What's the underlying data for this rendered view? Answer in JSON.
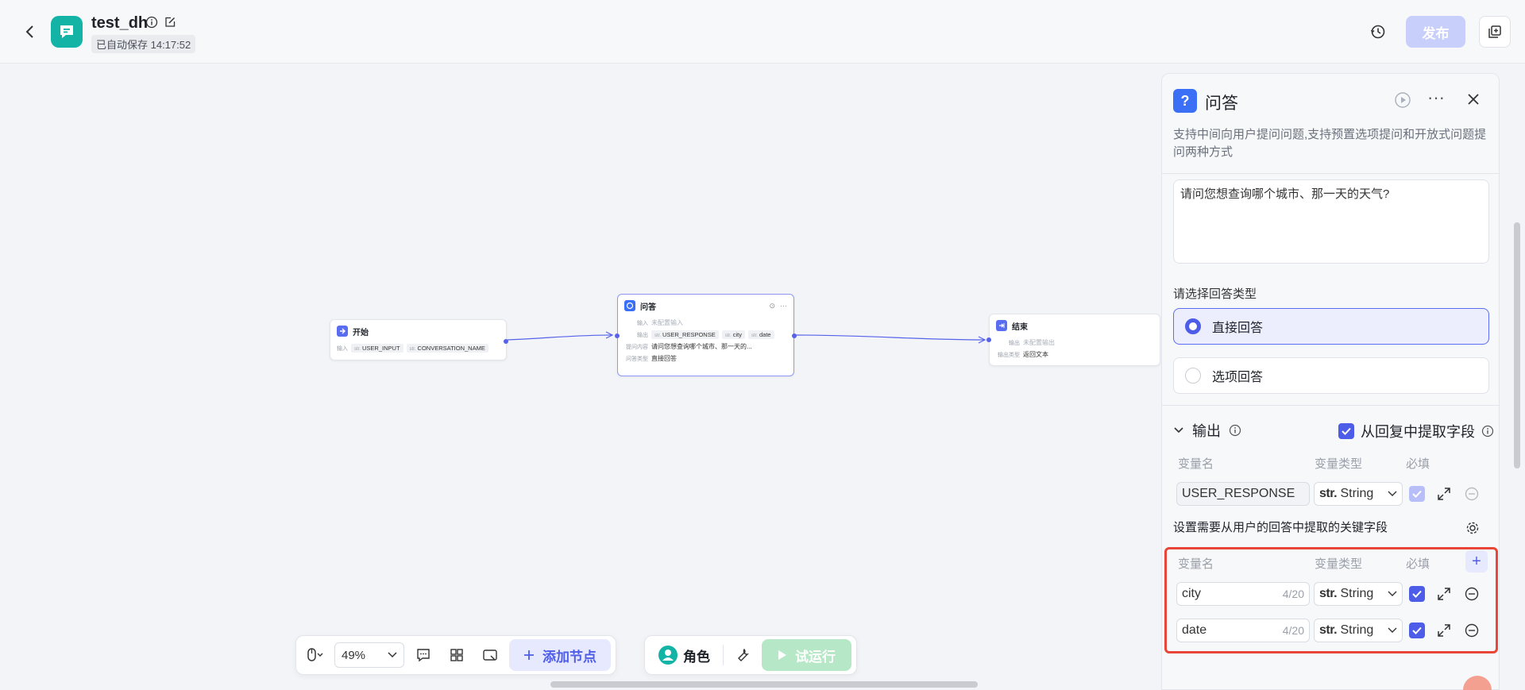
{
  "header": {
    "back_icon": "chevron-left-icon",
    "app_name": "test_dh",
    "save_status": "已自动保存 14:17:52",
    "publish_label": "发布",
    "accent": "#4e5de8"
  },
  "canvas": {
    "nodes": {
      "start": {
        "title": "开始",
        "input_label": "输入",
        "inputs": [
          "USER_INPUT",
          "CONVERSATION_NAME"
        ]
      },
      "qa": {
        "title": "问答",
        "input_label": "输入",
        "input_value": "未配置输入",
        "output_label": "输出",
        "outputs": [
          "USER_RESPONSE",
          "city",
          "date"
        ],
        "question_label": "提问内容",
        "question_value": "请问您想查询哪个城市、那一天的...",
        "answer_type_label": "问答类型",
        "answer_type_value": "直接回答"
      },
      "end": {
        "title": "结束",
        "output_label": "输出",
        "output_value": "未配置输出",
        "output_type_label": "输出类型",
        "output_type_value": "返回文本"
      }
    }
  },
  "toolbar": {
    "zoom": "49%",
    "add_node_label": "添加节点",
    "role_label": "角色",
    "trial_run_label": "试运行"
  },
  "panel": {
    "title": "问答",
    "description": "支持中间向用户提问问题,支持预置选项提问和开放式问题提问两种方式",
    "question": "请问您想查询哪个城市、那一天的天气?",
    "answer_type_title": "请选择回答类型",
    "answer_options": [
      "直接回答",
      "选项回答"
    ],
    "selected_answer": "直接回答",
    "output_title": "输出",
    "extract_label": "从回复中提取字段",
    "col_var_name": "变量名",
    "col_var_type": "变量类型",
    "col_required": "必填",
    "default_var": {
      "name": "USER_RESPONSE",
      "type_prefix": "str.",
      "type": "String"
    },
    "extract_desc": "设置需要从用户的回答中提取的关键字段",
    "fields": [
      {
        "name": "city",
        "counter": "4/20",
        "type_prefix": "str.",
        "type": "String"
      },
      {
        "name": "date",
        "counter": "4/20",
        "type_prefix": "str.",
        "type": "String"
      }
    ]
  }
}
